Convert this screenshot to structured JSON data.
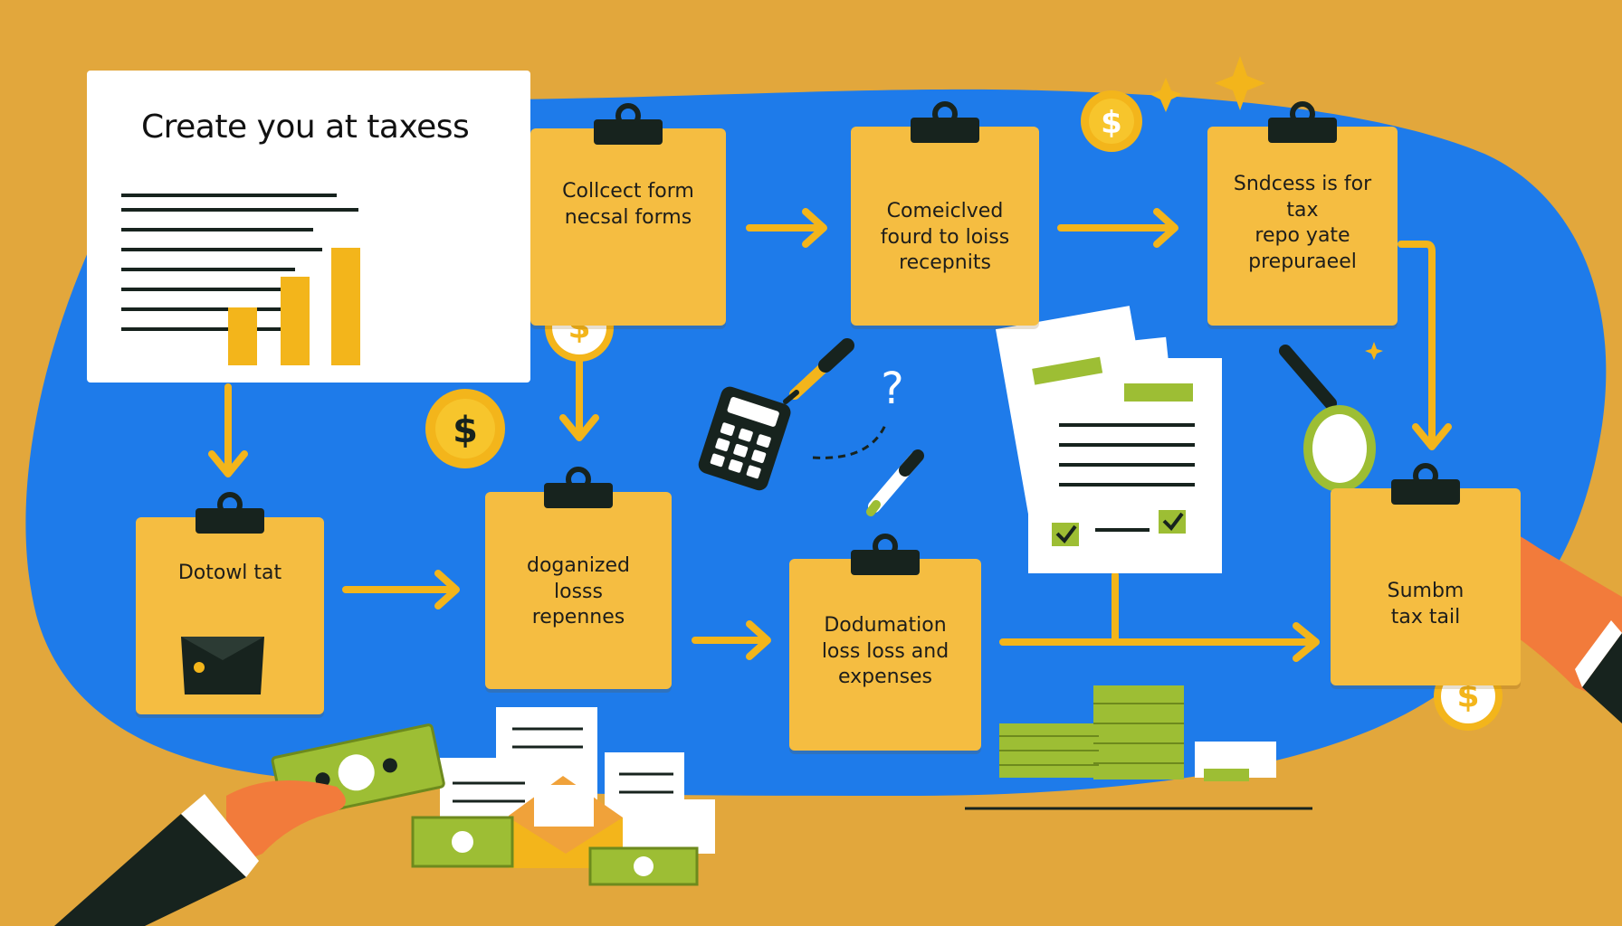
{
  "header": {
    "title": "Create you at taxess"
  },
  "steps": [
    {
      "id": "collect",
      "lines": [
        "Collcect form",
        "necsal forms"
      ]
    },
    {
      "id": "receipts",
      "lines": [
        "Comeiclved",
        "fourd to loiss",
        "recepnits"
      ]
    },
    {
      "id": "success",
      "lines": [
        "Sndcess is for",
        "tax",
        "repo yate",
        "prepuraeel"
      ]
    },
    {
      "id": "download",
      "lines": [
        "Dotowl tat"
      ]
    },
    {
      "id": "organized",
      "lines": [
        "doganized",
        "losss",
        "repennes"
      ]
    },
    {
      "id": "documentation",
      "lines": [
        "Dodumation",
        "loss loss and",
        "expenses"
      ]
    },
    {
      "id": "submit",
      "lines": [
        "Sumbm",
        "tax tail"
      ]
    }
  ],
  "icons": {
    "dollar": "$",
    "question": "?",
    "check": "✓"
  },
  "colors": {
    "background": "#E2A73C",
    "blob": "#1E7BEA",
    "card": "#F5BD41",
    "accent": "#F3B51B",
    "cash": "#9DBE34",
    "dark": "#17231e"
  }
}
